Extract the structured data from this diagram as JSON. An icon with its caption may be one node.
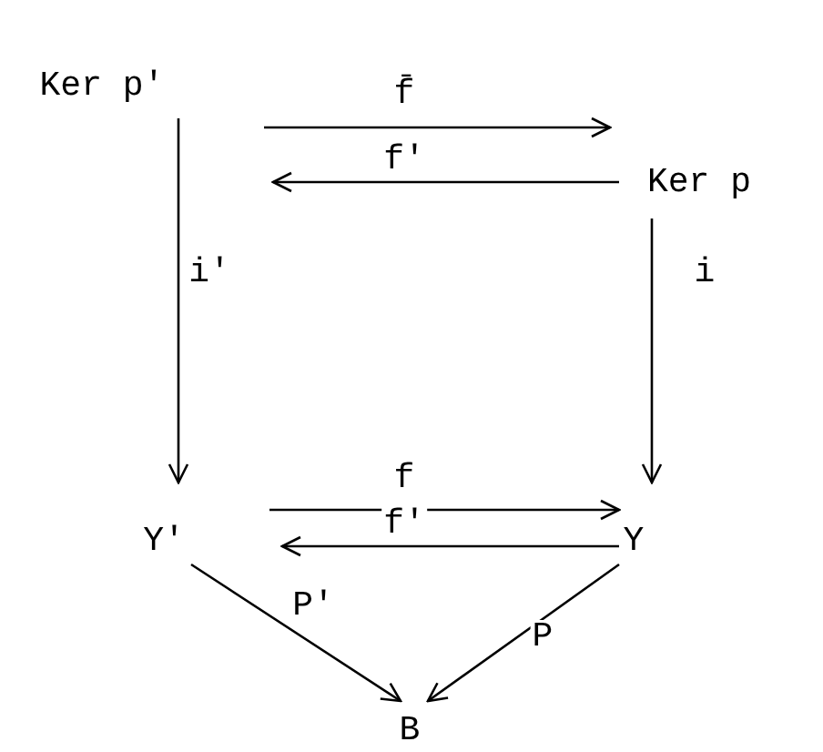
{
  "diagram": {
    "nodes": [
      {
        "text": [
          "Ker p'"
        ]
      },
      {
        "text": [
          "Ker p"
        ]
      },
      {
        "text": [
          "Y'"
        ]
      },
      {
        "text": [
          "Y"
        ]
      },
      {
        "text": [
          "B"
        ]
      }
    ],
    "edges": [
      {
        "from": 0,
        "to": 1,
        "arrow": "to",
        "label": "f̄"
      },
      {
        "from": 1,
        "to": 0,
        "arrow": "to",
        "label": "f'"
      },
      {
        "from": 0,
        "to": 2,
        "arrow": "to",
        "label": "i'"
      },
      {
        "from": 1,
        "to": 3,
        "arrow": "to",
        "label": "i"
      },
      {
        "from": 2,
        "to": 3,
        "arrow": "to",
        "label": "f"
      },
      {
        "from": 3,
        "to": 2,
        "arrow": "to",
        "label": "f'"
      },
      {
        "from": 2,
        "to": 4,
        "arrow": "to",
        "label": "P'"
      },
      {
        "from": 3,
        "to": 4,
        "arrow": "to",
        "label": "P"
      }
    ]
  }
}
